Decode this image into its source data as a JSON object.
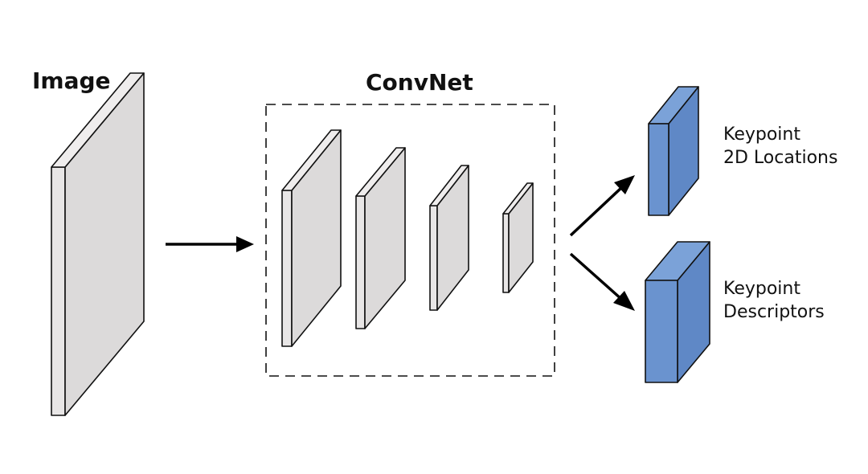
{
  "labels": {
    "image": "Image",
    "convnet": "ConvNet",
    "keypoint_locations_line1": "Keypoint",
    "keypoint_locations_line2": "2D Locations",
    "keypoint_descriptors_line1": "Keypoint",
    "keypoint_descriptors_line2": "Descriptors"
  },
  "colors": {
    "slab_gray": "#e8e6e6",
    "output_blue": "#6a93cf",
    "output_blue_side": "#5f88c6",
    "output_blue_top": "#7ba2d8",
    "stroke": "#111111"
  }
}
